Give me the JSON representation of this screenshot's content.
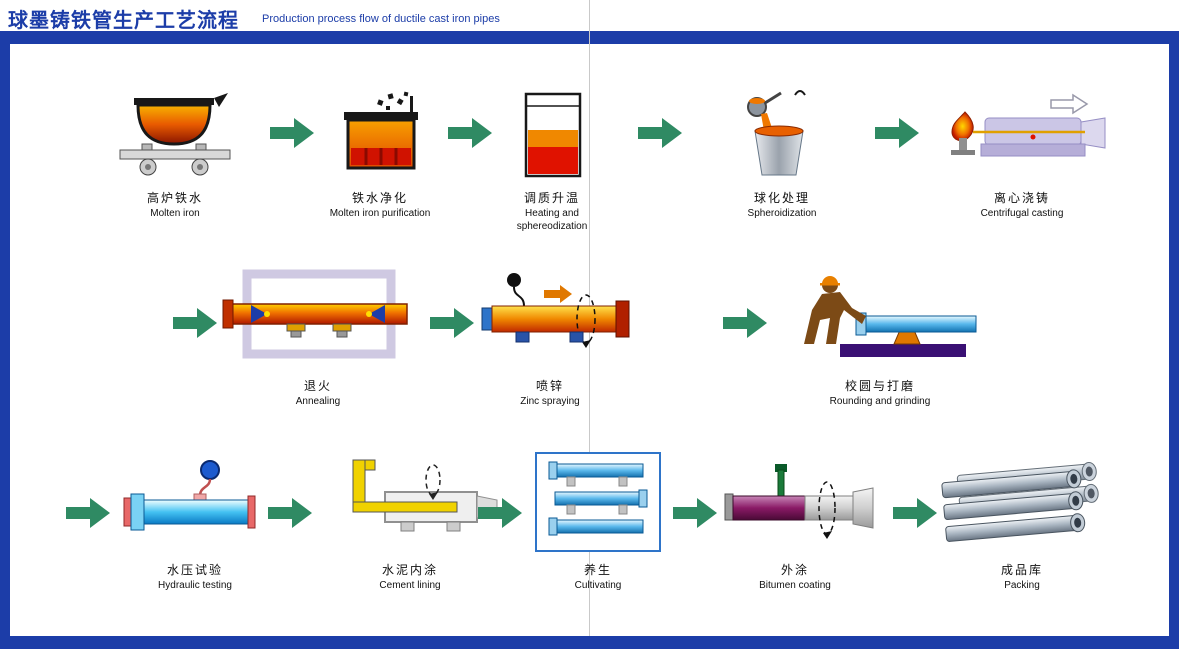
{
  "header": {
    "title_cn": "球墨铸铁管生产工艺流程",
    "title_en": "Production process flow of ductile cast iron pipes"
  },
  "colors": {
    "border_blue": "#1c3da8",
    "arrow_green": "#2f8a63",
    "divider_gray": "#c9c9c9"
  },
  "rows": [
    {
      "steps": [
        {
          "label_cn": "高炉铁水",
          "label_en": "Molten iron",
          "icon": "molten-iron-icon"
        },
        {
          "label_cn": "铁水净化",
          "label_en": "Molten iron purification",
          "icon": "molten-iron-purification-icon"
        },
        {
          "label_cn": "调质升温",
          "label_en": "Heating and sphereodization",
          "icon": "heating-sphereodization-icon"
        },
        {
          "label_cn": "球化处理",
          "label_en": "Spheroidization",
          "icon": "spheroidization-icon"
        },
        {
          "label_cn": "离心浇铸",
          "label_en": "Centrifugal casting",
          "icon": "centrifugal-casting-icon"
        }
      ]
    },
    {
      "steps": [
        {
          "label_cn": "退火",
          "label_en": "Annealing",
          "icon": "annealing-icon"
        },
        {
          "label_cn": "喷锌",
          "label_en": "Zinc spraying",
          "icon": "zinc-spraying-icon"
        },
        {
          "label_cn": "校圆与打磨",
          "label_en": "Rounding and grinding",
          "icon": "rounding-grinding-icon"
        }
      ]
    },
    {
      "steps": [
        {
          "label_cn": "水压试验",
          "label_en": "Hydraulic testing",
          "icon": "hydraulic-testing-icon"
        },
        {
          "label_cn": "水泥内涂",
          "label_en": "Cement lining",
          "icon": "cement-lining-icon"
        },
        {
          "label_cn": "养生",
          "label_en": "Cultivating",
          "icon": "cultivating-icon"
        },
        {
          "label_cn": "外涂",
          "label_en": "Bitumen coating",
          "icon": "bitumen-coating-icon"
        },
        {
          "label_cn": "成品库",
          "label_en": "Packing",
          "icon": "packing-icon"
        }
      ]
    }
  ]
}
